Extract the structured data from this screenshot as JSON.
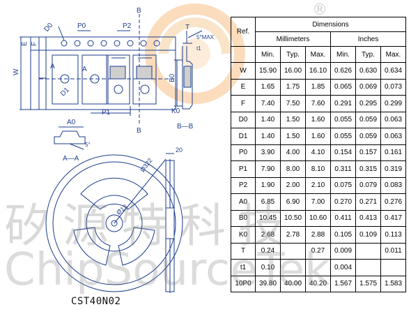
{
  "watermark": {
    "brand_cn": "矽源特科技",
    "brand_en": "ChipSourceTek",
    "registered_mark": "®",
    "logo_colors": [
      "#f7b26b",
      "#f3c98f"
    ]
  },
  "drawing": {
    "colors": {
      "line": "#1a3b8c",
      "label": "#1f3f8f",
      "part_fill": "#cfcfcf"
    },
    "tape_labels": {
      "d0": "D0",
      "p0": "P0",
      "p2": "P2",
      "b_top": "B",
      "b_bottom": "B",
      "e": "E",
      "f": "F",
      "w": "W",
      "a_left": "A",
      "a_mid": "A",
      "d1": "D1",
      "p1": "P1"
    },
    "section_labels": {
      "t": "T",
      "angle": "5°MAX",
      "t1": "t1",
      "b0": "B0",
      "k0": "K0",
      "section_bb": "B—B"
    },
    "pocket_labels": {
      "a0": "A0",
      "angle": "5°",
      "section_aa": "A—A"
    },
    "reel_labels": {
      "outer_dia": "Ø322",
      "hub_dia": "Ø13",
      "width": "20"
    }
  },
  "table": {
    "ref_header": "Ref.",
    "dimensions_header": "Dimensions",
    "group_headers": [
      "Millimeters",
      "Inches"
    ],
    "sub_headers": [
      "Min.",
      "Typ.",
      "Max.",
      "Min.",
      "Typ.",
      "Max."
    ],
    "rows": [
      {
        "ref": "W",
        "cells": [
          "15.90",
          "16.00",
          "16.10",
          "0.626",
          "0.630",
          "0.634"
        ]
      },
      {
        "ref": "E",
        "cells": [
          "1.65",
          "1.75",
          "1.85",
          "0.065",
          "0.069",
          "0.073"
        ]
      },
      {
        "ref": "F",
        "cells": [
          "7.40",
          "7.50",
          "7.60",
          "0.291",
          "0.295",
          "0.299"
        ]
      },
      {
        "ref": "D0",
        "cells": [
          "1.40",
          "1.50",
          "1.60",
          "0.055",
          "0.059",
          "0.063"
        ]
      },
      {
        "ref": "D1",
        "cells": [
          "1.40",
          "1.50",
          "1.60",
          "0.055",
          "0.059",
          "0.063"
        ]
      },
      {
        "ref": "P0",
        "cells": [
          "3.90",
          "4.00",
          "4.10",
          "0.154",
          "0.157",
          "0.161"
        ]
      },
      {
        "ref": "P1",
        "cells": [
          "7.90",
          "8.00",
          "8.10",
          "0.311",
          "0.315",
          "0.319"
        ]
      },
      {
        "ref": "P2",
        "cells": [
          "1.90",
          "2.00",
          "2.10",
          "0.075",
          "0.079",
          "0.083"
        ]
      },
      {
        "ref": "A0",
        "cells": [
          "6.85",
          "6.90",
          "7.00",
          "0.270",
          "0.271",
          "0.276"
        ]
      },
      {
        "ref": "B0",
        "cells": [
          "10.45",
          "10.50",
          "10.60",
          "0.411",
          "0.413",
          "0.417"
        ]
      },
      {
        "ref": "K0",
        "cells": [
          "2.68",
          "2.78",
          "2.88",
          "0.105",
          "0.109",
          "0.113"
        ]
      },
      {
        "ref": "T",
        "cells": [
          "0.24",
          "",
          "0.27",
          "0.009",
          "",
          "0.011"
        ]
      },
      {
        "ref": "t1",
        "cells": [
          "0.10",
          "",
          "",
          "0.004",
          "",
          ""
        ]
      },
      {
        "ref": "10P0",
        "cells": [
          "39.80",
          "40.00",
          "40.20",
          "1.567",
          "1.575",
          "1.583"
        ]
      }
    ]
  },
  "caption": "CST40N02"
}
